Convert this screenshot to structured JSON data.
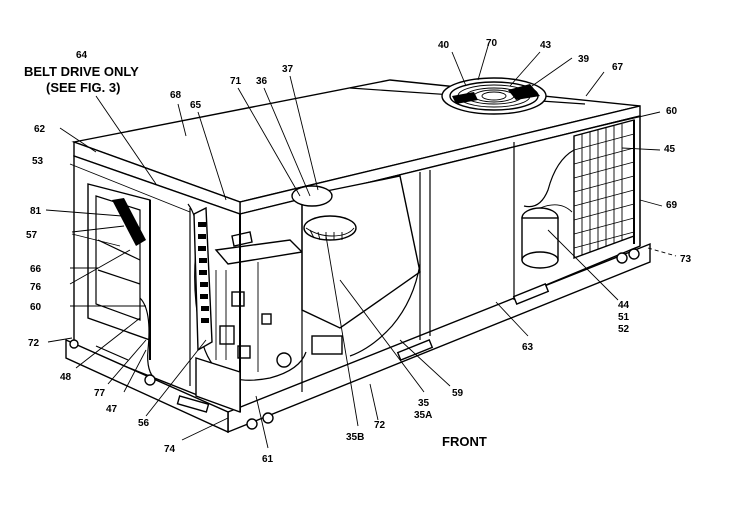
{
  "callouts": {
    "c64": "64",
    "belt_drive_line1": "BELT DRIVE ONLY",
    "belt_drive_line2": "(SEE FIG. 3)",
    "c68": "68",
    "c65": "65",
    "c71": "71",
    "c36": "36",
    "c37": "37",
    "c40": "40",
    "c70": "70",
    "c43": "43",
    "c39": "39",
    "c67": "67",
    "c60_top": "60",
    "c45": "45",
    "c69": "69",
    "c73": "73",
    "c62": "62",
    "c53": "53",
    "c81": "81",
    "c57": "57",
    "c66": "66",
    "c76": "76",
    "c60_left": "60",
    "c72_left": "72",
    "c48": "48",
    "c77": "77",
    "c47": "47",
    "c56": "56",
    "c74": "74",
    "c61": "61",
    "c35b": "35B",
    "c72_front": "72",
    "c35": "35",
    "c35a": "35A",
    "c59": "59",
    "c63": "63",
    "c44": "44",
    "c51": "51",
    "c52": "52",
    "front": "FRONT"
  }
}
